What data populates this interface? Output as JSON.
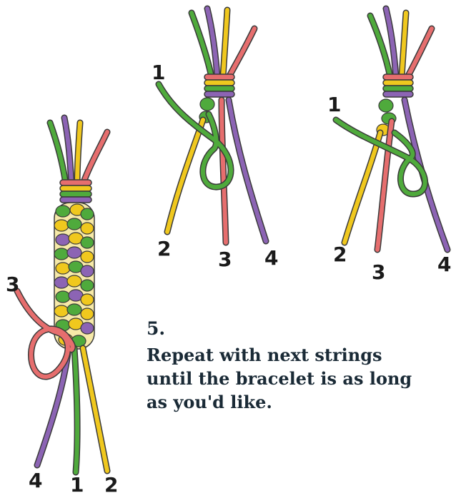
{
  "step": {
    "number": "5.",
    "instruction": "Repeat with next strings\nuntil the bracelet is as long\nas you'd like."
  },
  "colors": {
    "green": "#4faa3c",
    "purple": "#8c64b4",
    "yellow": "#f0c81e",
    "red": "#e66e6e"
  },
  "figures": {
    "left": {
      "labels": [
        "3",
        "4",
        "1",
        "2"
      ]
    },
    "middle": {
      "labels": [
        "1",
        "2",
        "3",
        "4"
      ]
    },
    "right": {
      "labels": [
        "1",
        "2",
        "3",
        "4"
      ]
    }
  }
}
